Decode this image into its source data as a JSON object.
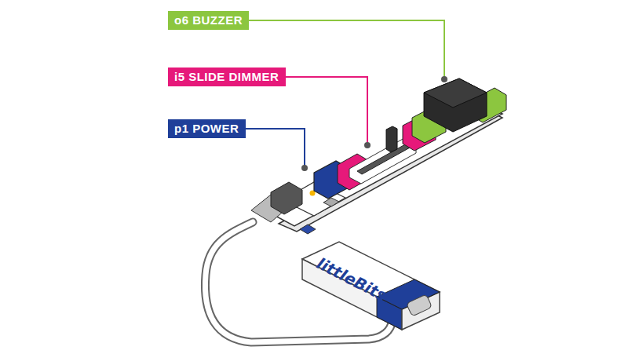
{
  "diagram": {
    "nodes": [
      {
        "text": [
          "o6 BUZZER"
        ]
      },
      {
        "text": [
          "i5 SLIDE DIMMER"
        ]
      },
      {
        "text": [
          "p1 POWER"
        ]
      }
    ],
    "labels": [
      "littleBits"
    ]
  }
}
